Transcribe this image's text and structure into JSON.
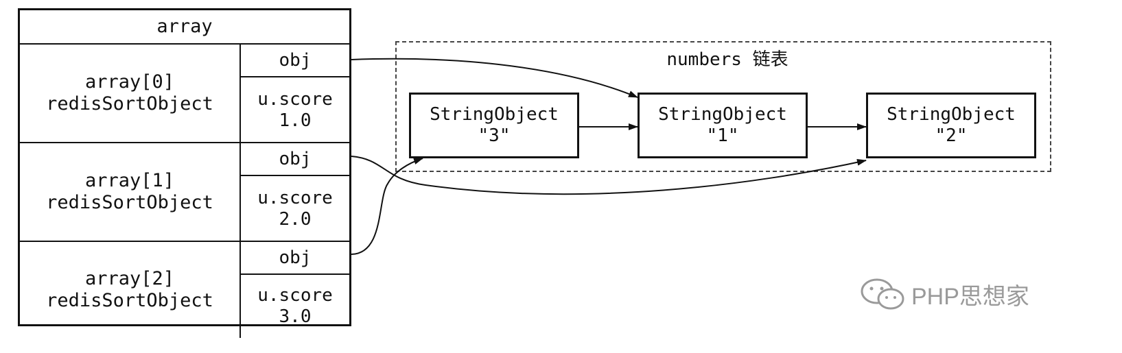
{
  "array": {
    "header": "array",
    "rows": [
      {
        "name": "array[0]",
        "type": "redisSortObject",
        "obj": "obj",
        "score_label": "u.score",
        "score": "1.0"
      },
      {
        "name": "array[1]",
        "type": "redisSortObject",
        "obj": "obj",
        "score_label": "u.score",
        "score": "2.0"
      },
      {
        "name": "array[2]",
        "type": "redisSortObject",
        "obj": "obj",
        "score_label": "u.score",
        "score": "3.0"
      }
    ]
  },
  "list": {
    "title": "numbers 链表",
    "nodes": [
      {
        "type": "StringObject",
        "value": "\"3\""
      },
      {
        "type": "StringObject",
        "value": "\"1\""
      },
      {
        "type": "StringObject",
        "value": "\"2\""
      }
    ]
  },
  "watermark": {
    "text": "PHP思想家",
    "icon": "wechat-icon"
  }
}
